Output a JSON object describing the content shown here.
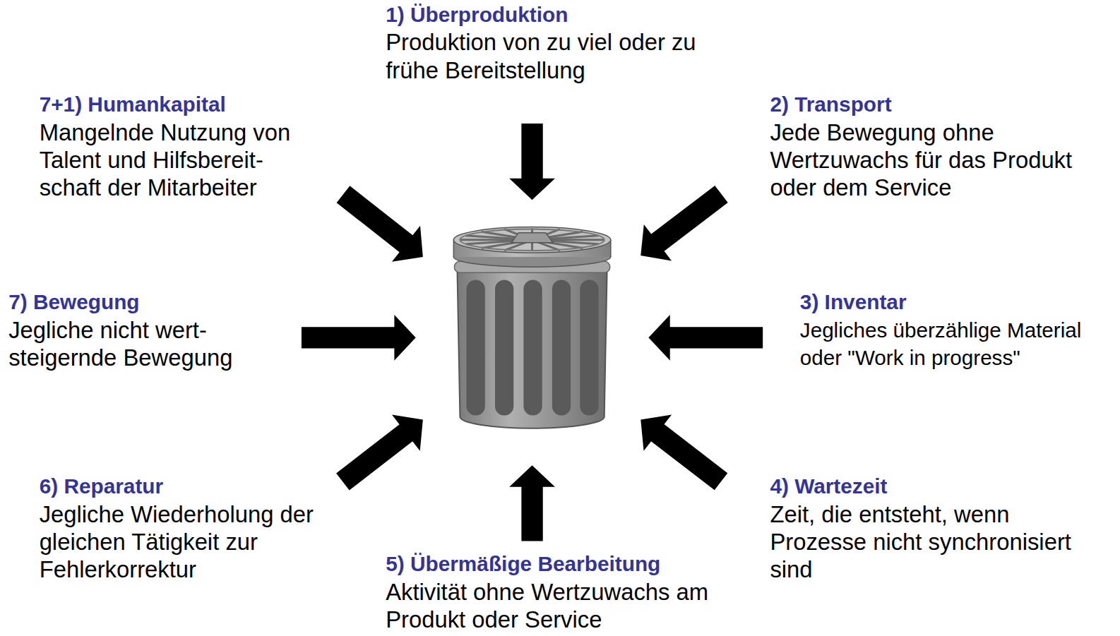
{
  "diagram": {
    "labels": [
      "1) Überproduktion",
      "Produktion von zu viel oder zu frühe Bereitstellung",
      "2) Transport",
      "Jede Bewegung ohne Wertzuwachs für das Produkt oder dem Service",
      "3) Inventar",
      "Jegliches überzählige Material oder \"Work in progress\"",
      "4) Wartezeit",
      "Zeit, die entsteht, wenn Prozesse nicht synchronisiert sind",
      "5) Übermäßige Bearbeitung",
      "Aktivität ohne Wertzuwachs am Produkt oder Service",
      "6) Reparatur",
      "Jegliche Wiederholung der gleichen Tätigkeit zur Fehlerkorrektur",
      "7) Bewegung",
      "Jegliche nicht wert- steigernde Bewegung",
      "7+1) Humankapital",
      "Mangelnde Nutzung von Talent und Hilfsbereit- schaft der Mitarbeiter"
    ]
  }
}
